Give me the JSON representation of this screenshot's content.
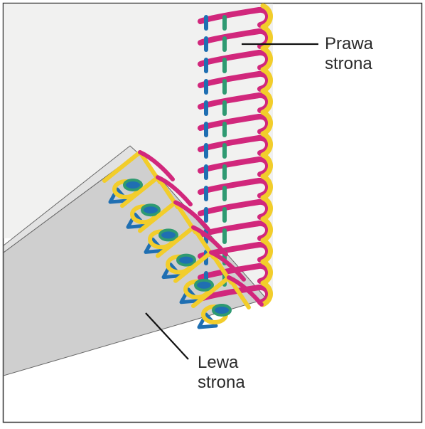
{
  "labels": {
    "right_side": [
      "Prawa",
      "strona"
    ],
    "left_side": [
      "Lewa",
      "strona"
    ]
  },
  "colors": {
    "background": "#ffffff",
    "frame": "#333333",
    "right_fabric": "#f1f1f0",
    "left_fabric": "#cfcfcf",
    "thread_magenta": "#d1277c",
    "thread_yellow": "#f2cd2b",
    "thread_blue": "#1f6fb2",
    "thread_green": "#2f9a72",
    "leader_line": "#111111"
  }
}
